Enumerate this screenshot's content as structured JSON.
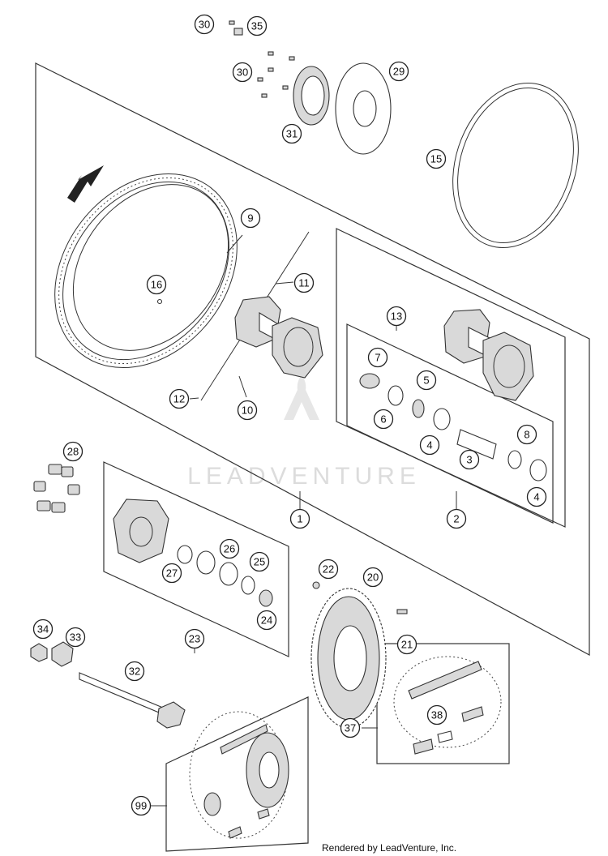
{
  "watermark": {
    "brand": "LEADVENTURE"
  },
  "footer": {
    "credit": "Rendered by LeadVenture, Inc."
  },
  "callouts": {
    "c1": "1",
    "c2": "2",
    "c3": "3",
    "c4a": "4",
    "c4b": "4",
    "c5": "5",
    "c6": "6",
    "c7": "7",
    "c8": "8",
    "c9": "9",
    "c10": "10",
    "c11": "11",
    "c12": "12",
    "c13": "13",
    "c15": "15",
    "c16": "16",
    "c20": "20",
    "c21": "21",
    "c22": "22",
    "c23": "23",
    "c24": "24",
    "c25": "25",
    "c26": "26",
    "c27": "27",
    "c28": "28",
    "c29": "29",
    "c30a": "30",
    "c30b": "30",
    "c31": "31",
    "c32": "32",
    "c33": "33",
    "c34": "34",
    "c35": "35",
    "c37": "37",
    "c38": "38",
    "c99": "99"
  }
}
